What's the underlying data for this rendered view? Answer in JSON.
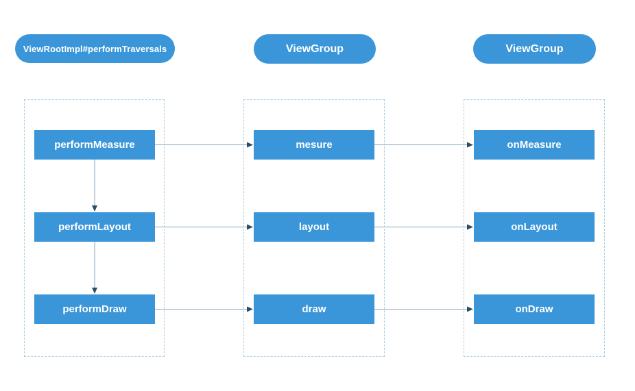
{
  "diagram": {
    "colors": {
      "accent": "#3a96d8",
      "dashed_border": "#a9cce3",
      "line_color": "#85a4b8",
      "arrowhead_color": "#2b4d66",
      "text": "#ffffff"
    },
    "headers": [
      {
        "label": "ViewRootImpl#performTraversals"
      },
      {
        "label": "ViewGroup"
      },
      {
        "label": "ViewGroup"
      }
    ],
    "columns": [
      {
        "boxes": [
          {
            "label": "performMeasure"
          },
          {
            "label": "performLayout"
          },
          {
            "label": "performDraw"
          }
        ]
      },
      {
        "boxes": [
          {
            "label": "mesure"
          },
          {
            "label": "layout"
          },
          {
            "label": "draw"
          }
        ]
      },
      {
        "boxes": [
          {
            "label": "onMeasure"
          },
          {
            "label": "onLayout"
          },
          {
            "label": "onDraw"
          }
        ]
      }
    ],
    "connections": [
      "performMeasure -> mesure",
      "mesure -> onMeasure",
      "performLayout -> layout",
      "layout -> onLayout",
      "performDraw -> draw",
      "draw -> onDraw",
      "performMeasure -> performLayout",
      "performLayout -> performDraw"
    ]
  }
}
